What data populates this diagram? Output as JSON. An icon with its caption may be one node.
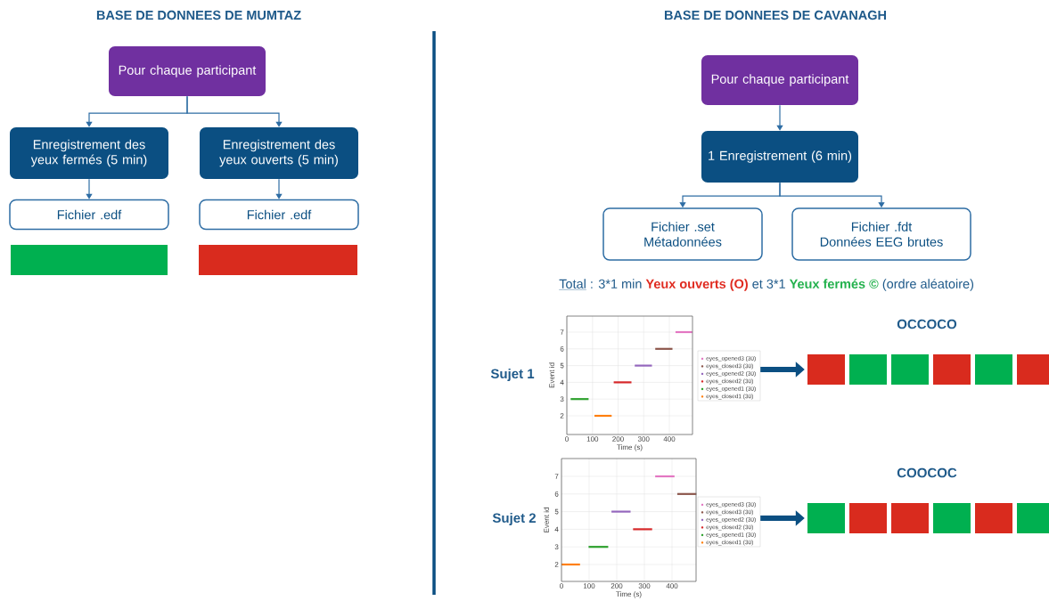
{
  "diagram": {
    "nodes": [
      {
        "text": [
          "Pour chaque participant"
        ]
      },
      {
        "text": [
          "Enregistrement des yeux fermés (5 min)"
        ]
      },
      {
        "text": [
          "Enregistrement des yeux ouverts (5 min)"
        ]
      },
      {
        "text": [
          "Fichier .edf"
        ]
      },
      {
        "text": [
          "Fichier .edf"
        ]
      },
      {
        "text": [],
        "shape": "bar"
      },
      {
        "text": [],
        "shape": "bar"
      },
      {
        "text": [
          "Pour chaque participant"
        ]
      },
      {
        "text": [
          "1 Enregistrement (6 min)"
        ]
      },
      {
        "text": [
          "Fichier .set",
          "Métadonnées"
        ]
      },
      {
        "text": [
          "Fichier .fdt",
          "Données EEG brutes"
        ]
      },
      {
        "text": [],
        "shape": "picture",
        "beside": [
          "Sujet 1"
        ]
      },
      {
        "text": [
          "OCCOCO"
        ]
      },
      {
        "text": [],
        "shape": "picture",
        "beside": [
          "Sujet 2"
        ]
      },
      {
        "text": [
          "COOCOC"
        ]
      }
    ],
    "edges": [
      {
        "from": 0,
        "to": 1,
        "arrow": "to"
      },
      {
        "from": 0,
        "to": 2,
        "arrow": "to"
      },
      {
        "from": 1,
        "to": 3,
        "arrow": "to"
      },
      {
        "from": 2,
        "to": 4,
        "arrow": "to"
      },
      {
        "from": 7,
        "to": 8,
        "arrow": "to"
      },
      {
        "from": 8,
        "to": 9,
        "arrow": "to"
      },
      {
        "from": 8,
        "to": 10,
        "arrow": "to"
      },
      {
        "from": 11,
        "to": 12,
        "arrow": "to",
        "style": "thick",
        "color": "#0b4f82"
      },
      {
        "from": 13,
        "to": 14,
        "arrow": "to",
        "style": "thick",
        "color": "#0b4f82"
      }
    ],
    "labels": [
      "BASE DE DONNEES DE MUMTAZ",
      "BASE DE DONNEES DE CAVANAGH",
      "Total",
      ": 3*1 min",
      "Yeux ouverts (O)",
      "et 3*1",
      "Yeux fermés ©",
      "(ordre aléatoire)",
      "2",
      "3",
      "4",
      "5",
      "6",
      "7",
      "0",
      "100",
      "200",
      "300",
      "400",
      "Event id",
      "Time (s)",
      "eyes_opened3 (30)",
      "eyes_closed3 (30)",
      "eyes_opened2 (30)",
      "eyes_closed2 (30)",
      "eyes_opened1 (30)",
      "eyes_closed1 (30)",
      "2",
      "3",
      "4",
      "5",
      "6",
      "7",
      "0",
      "100",
      "200",
      "300",
      "400",
      "Event id",
      "Time (s)",
      "eyes_opened3 (30)",
      "eyes_closed3 (30)",
      "eyes_opened2 (30)",
      "eyes_closed2 (30)",
      "eyes_opened1 (30)",
      "eyes_closed1 (30)"
    ]
  }
}
